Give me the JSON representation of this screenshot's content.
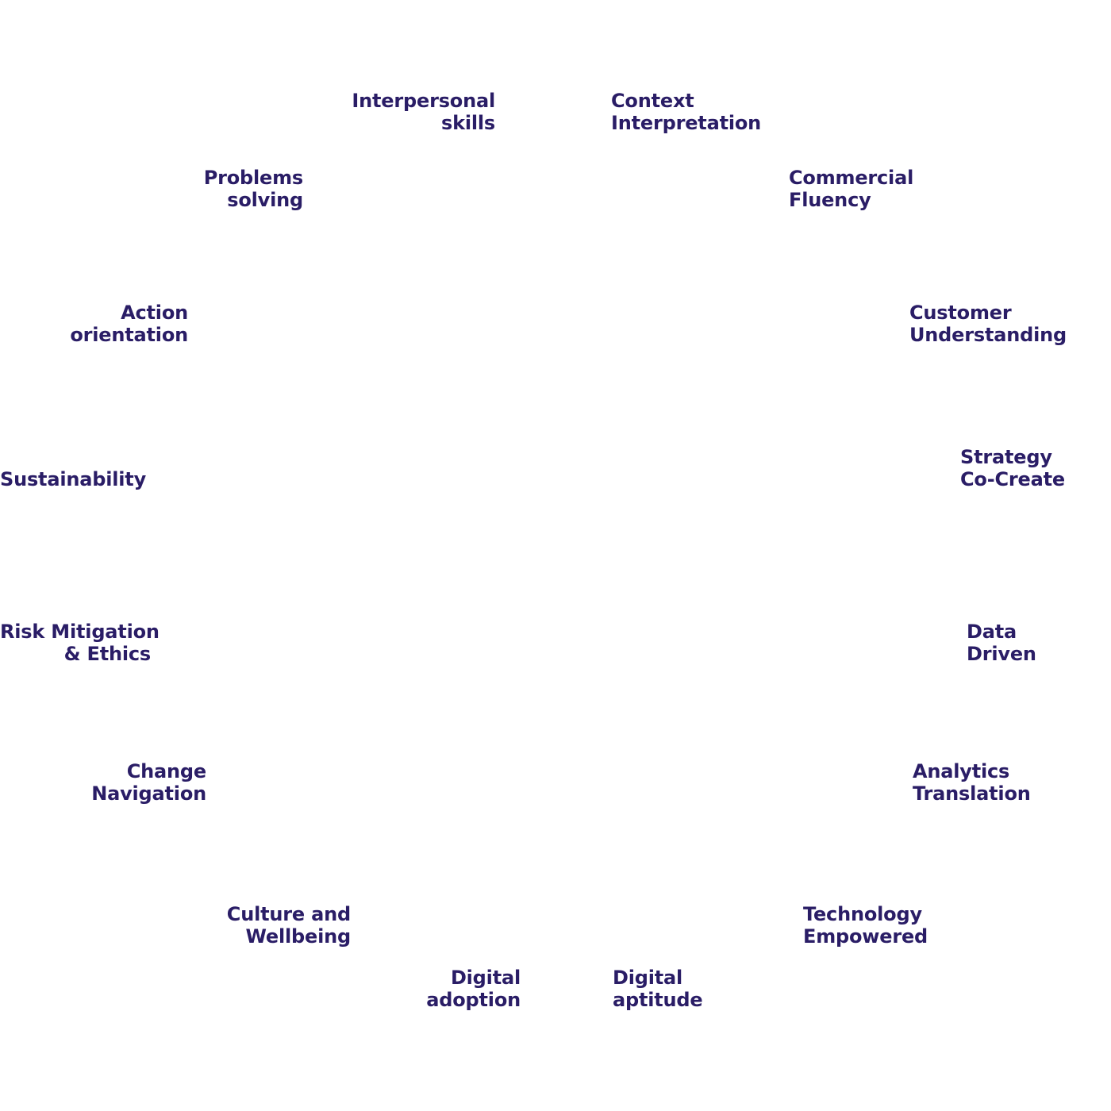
{
  "theme": {
    "label_color": "#2a1d66",
    "background_color": "#ffffff"
  },
  "labels": {
    "interpersonal_skills": [
      "Interpersonal",
      "skills"
    ],
    "context_interpretation": [
      "Context",
      "Interpretation"
    ],
    "problems_solving": [
      "Problems",
      "solving"
    ],
    "commercial_fluency": [
      "Commercial",
      "Fluency"
    ],
    "action_orientation": [
      "Action",
      "orientation"
    ],
    "customer_understanding": [
      "Customer",
      "Understanding"
    ],
    "sustainability": [
      "Sustainability"
    ],
    "strategy_co_create": [
      "Strategy",
      "Co-Create"
    ],
    "risk_mitigation_ethics": [
      "Risk Mitigation",
      "& Ethics"
    ],
    "data_driven": [
      "Data",
      "Driven"
    ],
    "change_navigation": [
      "Change",
      "Navigation"
    ],
    "analytics_translation": [
      "Analytics",
      "Translation"
    ],
    "culture_and_wellbeing": [
      "Culture and",
      "Wellbeing"
    ],
    "technology_empowered": [
      "Technology",
      "Empowered"
    ],
    "digital_adoption": [
      "Digital",
      "adoption"
    ],
    "digital_aptitude": [
      "Digital",
      "aptitude"
    ]
  }
}
